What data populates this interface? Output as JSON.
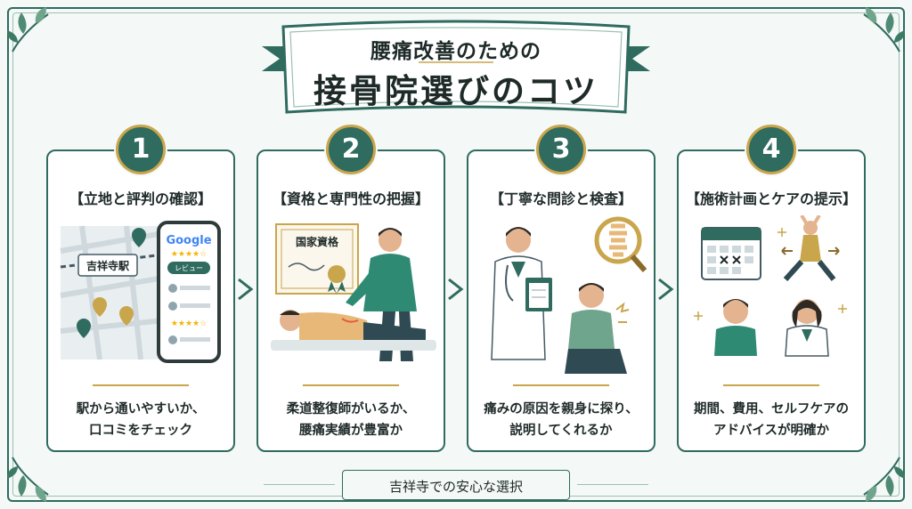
{
  "title": {
    "line1": "腰痛改善のための",
    "line2": "接骨院選びのコツ"
  },
  "steps": [
    {
      "number": "1",
      "title": "【立地と評判の確認】",
      "map_label": "吉祥寺駅",
      "phone_brand": "Google",
      "phone_button": "レビュー",
      "desc_line1": "駅から通いやすいか、",
      "desc_line2": "口コミをチェック"
    },
    {
      "number": "2",
      "title": "【資格と専門性の把握】",
      "certificate_label": "国家資格",
      "desc_line1": "柔道整復師がいるか、",
      "desc_line2": "腰痛実績が豊富か"
    },
    {
      "number": "3",
      "title": "【丁寧な問診と検査】",
      "desc_line1": "痛みの原因を親身に探り、",
      "desc_line2": "説明してくれるか"
    },
    {
      "number": "4",
      "title": "【施術計画とケアの提示】",
      "desc_line1": "期間、費用、セルフケアの",
      "desc_line2": "アドバイスが明確か"
    }
  ],
  "footer": {
    "text": "吉祥寺での安心な選択"
  },
  "colors": {
    "primary": "#2f6b5e",
    "gold": "#c9a54c",
    "background": "#f4f8f6"
  }
}
